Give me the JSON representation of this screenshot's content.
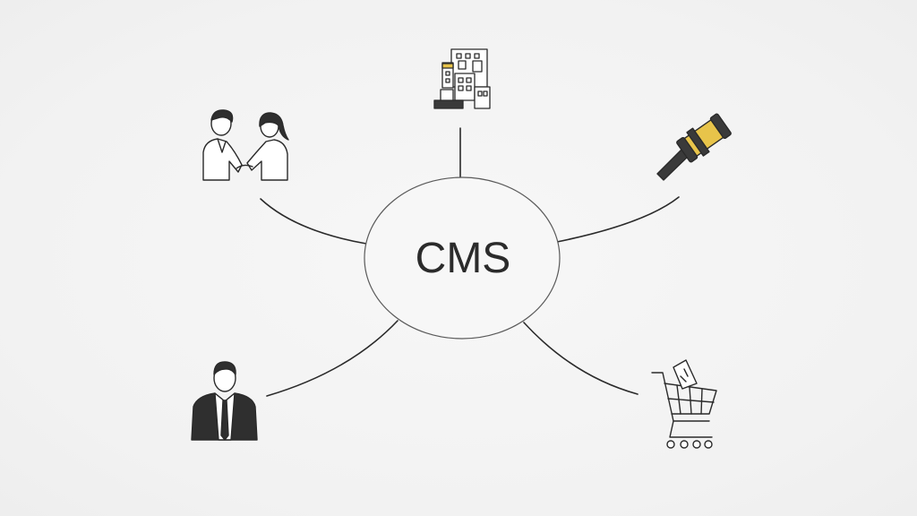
{
  "center": {
    "label": "CMS"
  },
  "nodes": [
    {
      "id": "business-partners",
      "icon": "handshake-icon"
    },
    {
      "id": "buildings",
      "icon": "buildings-icon"
    },
    {
      "id": "legal",
      "icon": "gavel-icon"
    },
    {
      "id": "businessman",
      "icon": "businessman-icon"
    },
    {
      "id": "ecommerce",
      "icon": "shopping-cart-icon"
    }
  ],
  "colors": {
    "background": "#f4f4f4",
    "line": "#2a2a2a",
    "accent": "#e8c44a",
    "dark": "#2f2f2f"
  }
}
